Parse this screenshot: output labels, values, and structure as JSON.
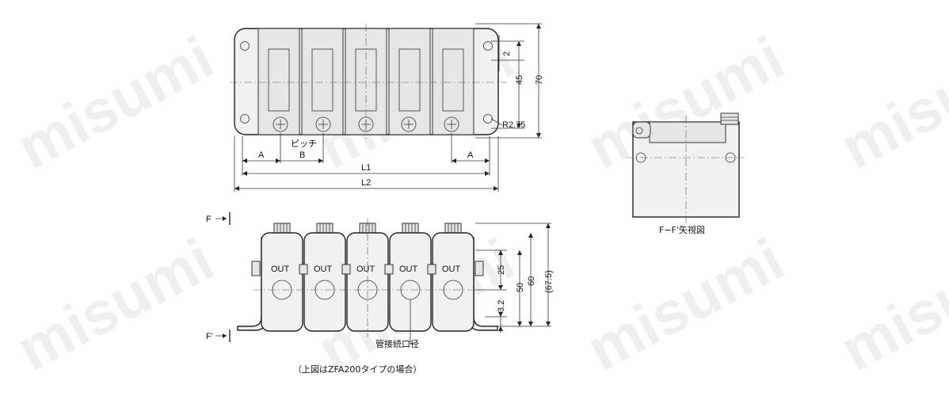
{
  "watermark": "misumi",
  "top_view": {
    "pitch_label": "ピッチ",
    "dim_A_left": "A",
    "dim_B": "B",
    "dim_A_right": "A",
    "dim_L1": "L1",
    "dim_L2": "L2",
    "dim_2": "2",
    "dim_45": "45",
    "dim_70": "70",
    "radius": "R2.75"
  },
  "front_view": {
    "section_mark_top": "F",
    "section_mark_bottom": "F'",
    "port_labels": [
      "OUT",
      "OUT",
      "OUT",
      "OUT",
      "OUT"
    ],
    "dim_25": "25",
    "dim_50": "50",
    "dim_60": "60",
    "dim_67_5": "(67.5)",
    "dim_3_2": "3.2",
    "pipe_port_label": "管接続口径"
  },
  "side_view": {
    "caption": "F−F'矢視図"
  },
  "note": "（上図はZFA200タイプの場合）"
}
